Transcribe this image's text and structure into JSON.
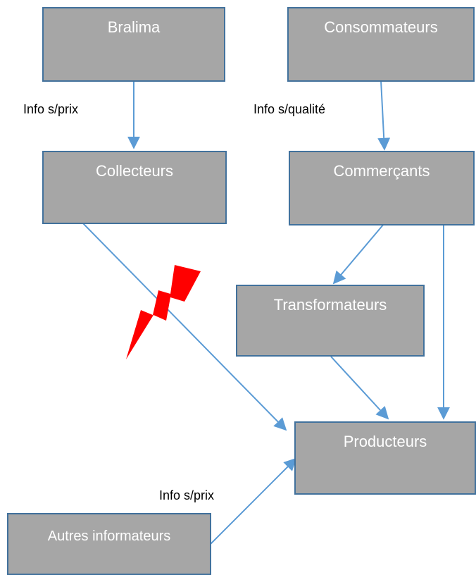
{
  "nodes": {
    "bralima": "Bralima",
    "consommateurs": "Consommateurs",
    "collecteurs": "Collecteurs",
    "commercants": "Commerçants",
    "transformateurs": "Transformateurs",
    "producteurs": "Producteurs",
    "autres_informateurs": "Autres informateurs"
  },
  "labels": {
    "info_prix_top": "Info s/prix",
    "info_qualite": "Info s/qualité",
    "info_prix_bottom": "Info s/prix"
  },
  "colors": {
    "node_fill": "#a6a6a6",
    "node_border": "#41719c",
    "arrow": "#5b9bd5",
    "lightning": "#ff0000"
  },
  "icons": [
    "lightning-bolt-icon"
  ]
}
